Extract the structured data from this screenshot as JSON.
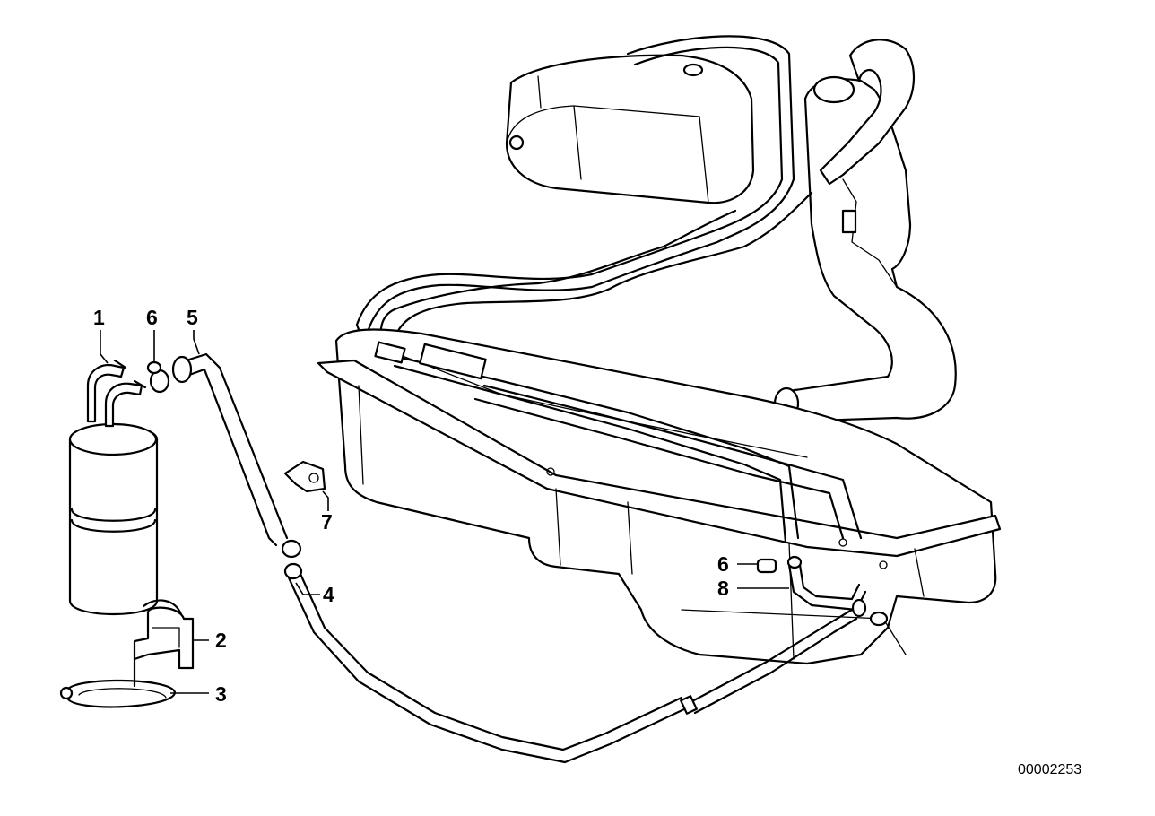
{
  "diagram": {
    "callouts": [
      {
        "id": "c1",
        "label": "1"
      },
      {
        "id": "c6a",
        "label": "6"
      },
      {
        "id": "c5",
        "label": "5"
      },
      {
        "id": "c7",
        "label": "7"
      },
      {
        "id": "c4",
        "label": "4"
      },
      {
        "id": "c2",
        "label": "2"
      },
      {
        "id": "c3",
        "label": "3"
      },
      {
        "id": "c6b",
        "label": "6"
      },
      {
        "id": "c8",
        "label": "8"
      }
    ],
    "document_number": "00002253"
  }
}
